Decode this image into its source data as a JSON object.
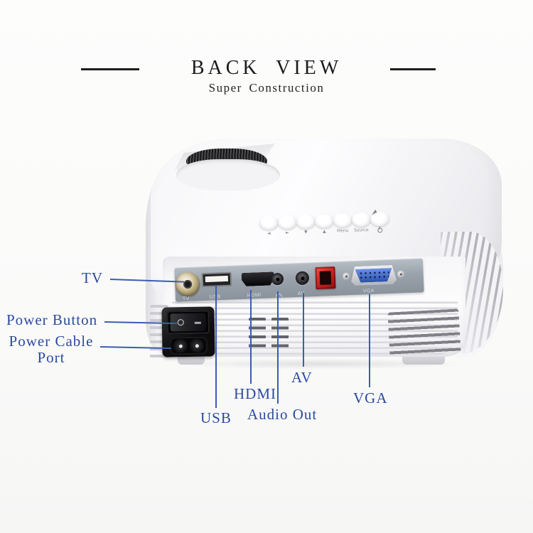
{
  "header": {
    "title": "BACK VIEW",
    "subtitle": "Super Construction"
  },
  "projector": {
    "controls": {
      "left": "◄",
      "right": "►",
      "down": "▼",
      "up": "▲",
      "menu": "Menu",
      "source": "Source"
    },
    "port_labels": {
      "tv": "TV",
      "usb": "USB",
      "hdmi": "HDMI",
      "av": "AV",
      "vga": "VGA"
    },
    "icons": {
      "power_button_glyph": "power-icon",
      "audio_jack_glyph": "headphone-icon",
      "above_buttons": "triangle-marker-icon"
    }
  },
  "annotations": {
    "tv": "TV",
    "power_button": "Power Button",
    "power_cable_line1": "Power Cable",
    "power_cable_line2": "Port",
    "usb": "USB",
    "hdmi": "HDMI",
    "audio_out": "Audio Out",
    "av": "AV",
    "vga": "VGA"
  },
  "colors": {
    "annotation_blue": "#2a4a9f",
    "annotation_line_blue": "#3c5cb2",
    "title_black": "#1b1b1d",
    "port_strip_gray": "#99a2ab",
    "vga_connector_blue": "#3f64c8",
    "red_port": "#c32b26",
    "body_white": "#f4f4f6"
  }
}
